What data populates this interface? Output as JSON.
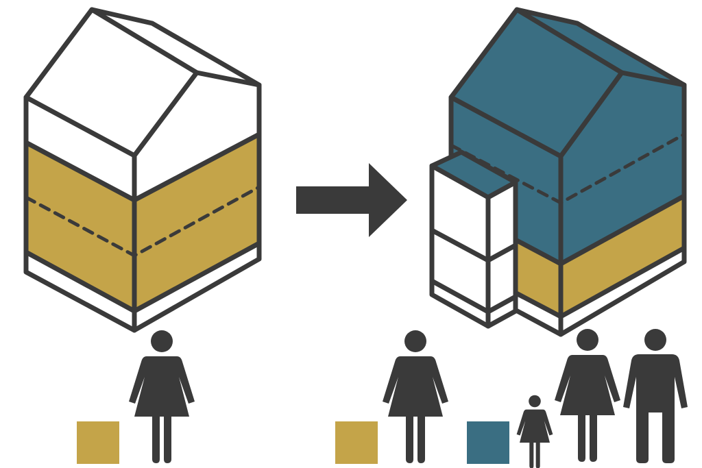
{
  "colors": {
    "outline": "#3a3a3a",
    "ochre": "#c4a449",
    "teal": "#3a6e82",
    "white": "#ffffff",
    "arrow": "#3a3a3a"
  },
  "before": {
    "house": {
      "roof": "white",
      "upper_floor": "white",
      "lower_floors": "ochre",
      "base": "white"
    },
    "occupants": [
      {
        "figure": "adult-woman",
        "household": "ochre"
      }
    ],
    "legend_swatches": [
      "ochre"
    ]
  },
  "after": {
    "house": {
      "roof": "teal",
      "upper_floors": "teal",
      "ground_floor": "ochre",
      "base": "white",
      "extension": "white"
    },
    "occupants": [
      {
        "figure": "adult-woman",
        "household": "ochre"
      },
      {
        "figure": "girl",
        "household": "teal"
      },
      {
        "figure": "adult-woman",
        "household": "teal"
      },
      {
        "figure": "adult-man",
        "household": "teal"
      }
    ],
    "legend_swatches": [
      "ochre",
      "teal"
    ]
  },
  "transition": {
    "icon": "arrow-right-icon"
  }
}
